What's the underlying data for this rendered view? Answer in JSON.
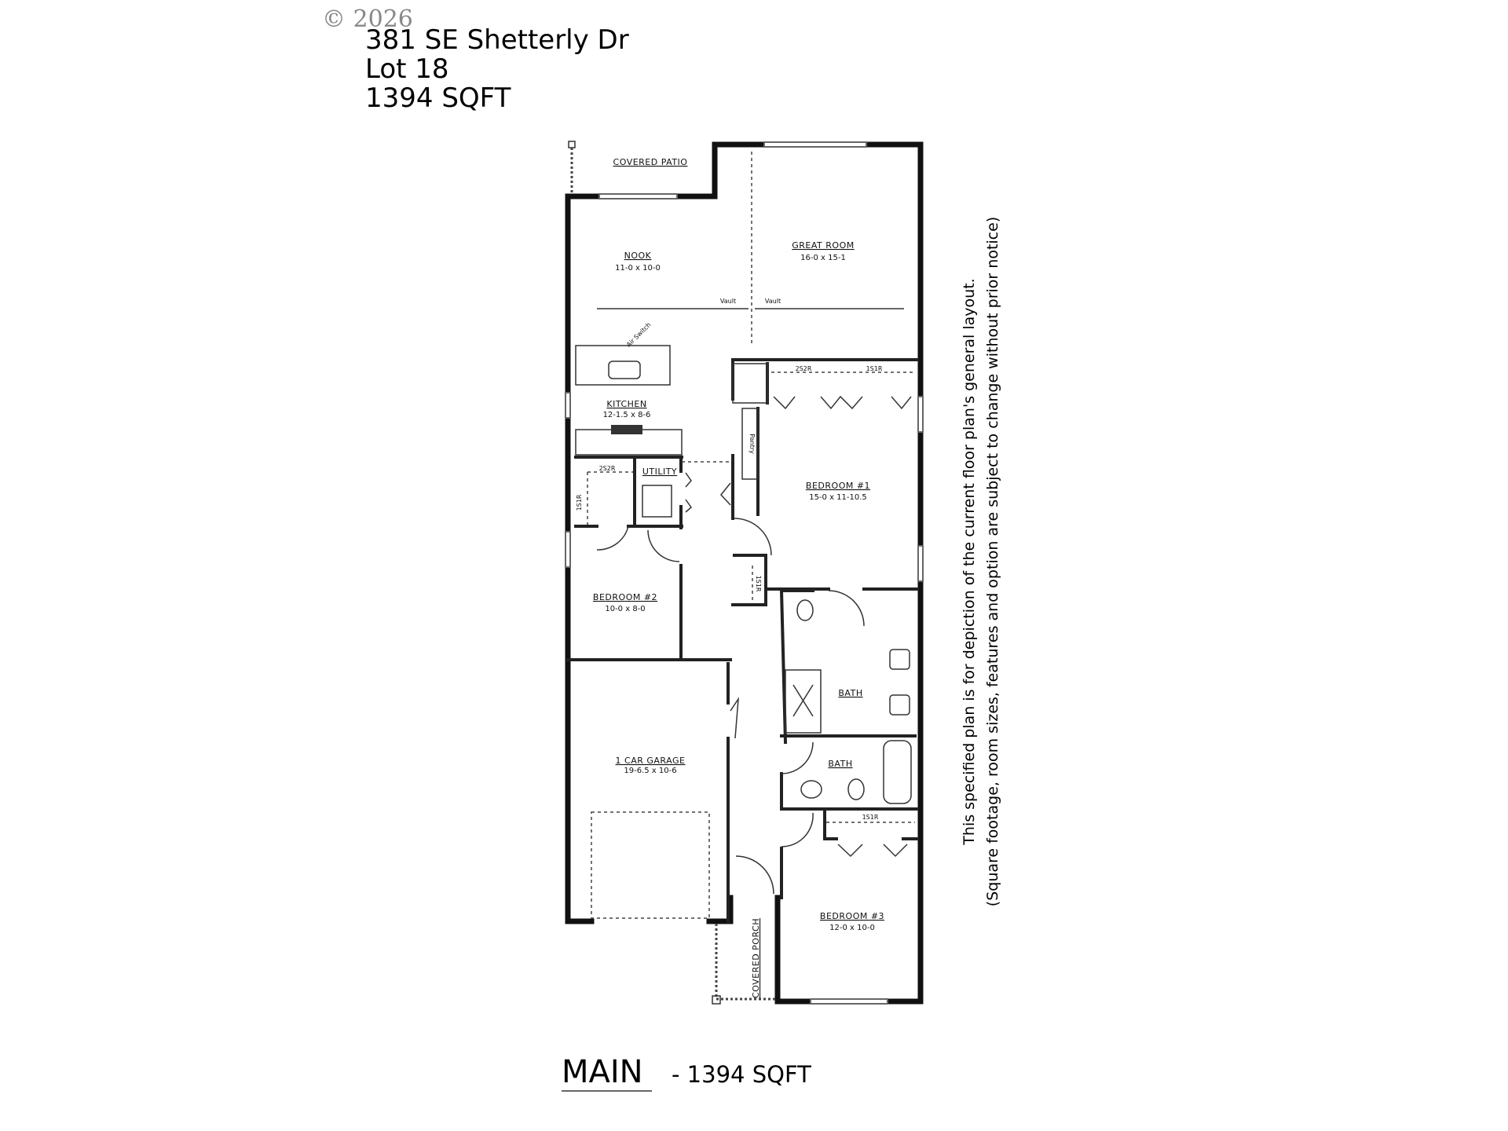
{
  "watermark": "© 2026",
  "header": {
    "address": "381 SE Shetterly Dr",
    "lot": "Lot 18",
    "sqft": "1394 SQFT"
  },
  "rooms": {
    "covered_patio": "COVERED PATIO",
    "nook": {
      "name": "NOOK",
      "size": "11-0 x 10-0"
    },
    "great_room": {
      "name": "GREAT ROOM",
      "size": "16-0 x 15-1"
    },
    "kitchen": {
      "name": "KITCHEN",
      "size": "12-1.5 x 8-6"
    },
    "utility": "UTILITY",
    "pantry": "Pantry",
    "bedroom1": {
      "name": "BEDROOM #1",
      "size": "15-0 x 11-10.5"
    },
    "bedroom2": {
      "name": "BEDROOM #2",
      "size": "10-0 x 8-0"
    },
    "bedroom3": {
      "name": "BEDROOM #3",
      "size": "12-0 x 10-0"
    },
    "garage": {
      "name": "1 CAR GARAGE",
      "size": "19-6.5 x 10-6"
    },
    "master_bath": "BATH",
    "hall_bath": "BATH",
    "covered_porch": "COVERED PORCH"
  },
  "annotations": {
    "vault_left": "Vault",
    "vault_right": "Vault",
    "air_switch": "Air Switch",
    "closet_b1_a": "2S2R",
    "closet_b1_b": "1S1R",
    "closet_b2_a": "2S2R",
    "closet_b2_b": "1S1R",
    "linen": "1S1R",
    "closet_b3": "1S1R"
  },
  "disclaimer": {
    "line1": "This specified plan is for depiction of the current floor plan's general layout.",
    "line2": "(Square footage, room sizes, features and option are subject to change without prior notice)"
  },
  "footer": {
    "level": "MAIN",
    "sqft": "- 1394 SQFT"
  }
}
